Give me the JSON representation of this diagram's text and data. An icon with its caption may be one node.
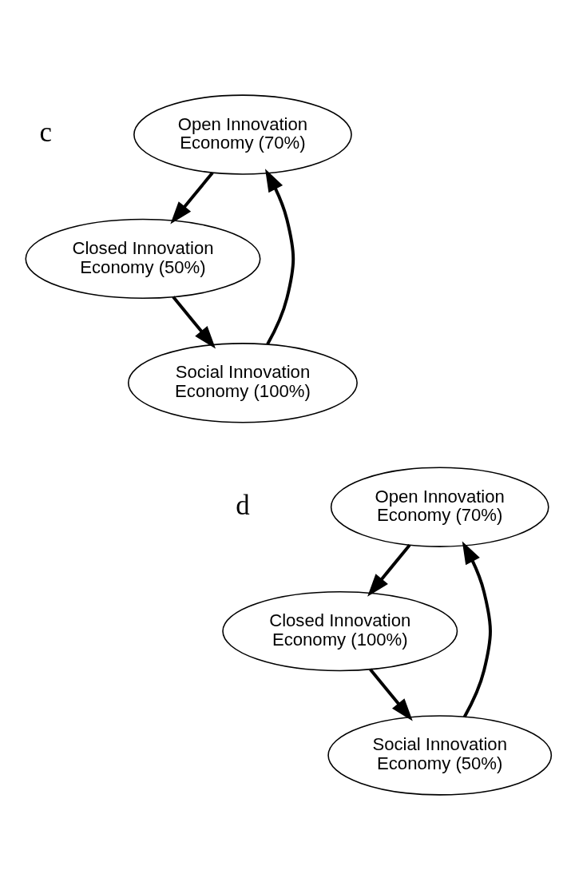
{
  "diagram": {
    "nodes": [
      {
        "text": [
          "Open Innovation Economy (70%)"
        ]
      },
      {
        "text": [
          "Closed Innovation Economy (50%)"
        ]
      },
      {
        "text": [
          "Social Innovation Economy (100%)"
        ]
      },
      {
        "text": [
          "Open Innovation Economy (70%)"
        ]
      },
      {
        "text": [
          "Closed Innovation Economy (100%)"
        ]
      },
      {
        "text": [
          "Social Innovation Economy (50%)"
        ]
      }
    ],
    "edges": [
      {
        "from": 0,
        "to": 1,
        "arrow": "to"
      },
      {
        "from": 1,
        "to": 2,
        "arrow": "to"
      },
      {
        "from": 2,
        "to": 0,
        "arrow": "to"
      },
      {
        "from": 3,
        "to": 4,
        "arrow": "to"
      },
      {
        "from": 4,
        "to": 5,
        "arrow": "to"
      },
      {
        "from": 5,
        "to": 3,
        "arrow": "to"
      }
    ],
    "labels": [
      "c",
      "d"
    ]
  }
}
